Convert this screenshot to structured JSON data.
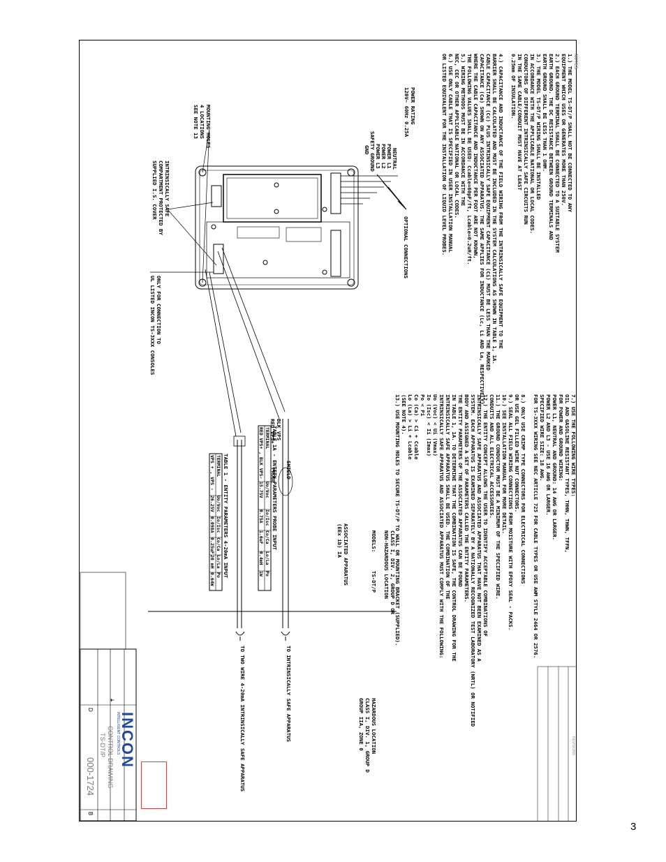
{
  "page_number": "3",
  "notes": {
    "heading": "NOTES",
    "col1": [
      "1.) THE MODEL TS-DT/P SHALL NOT BE CONNECTED TO ANY",
      "    EQUIPMENT WHICH USES OR GENERATES MORE THAN 250V.",
      "2.) EACH GROUND TERMINAL SHALL BE CONNECTED TO A SUITABLE SYSTEM",
      "    EARTH GROUND. THE DC RESISTANCE BETWEEN GROUND TERMINALS AND",
      "    EARTH GROUND SHALL BE LESS THAN 1 OHM.",
      "3.) THE MODEL TS-DT/P WIRING SHALL BE INSTALLED",
      "    IN ACCORDANCE WITH THE APPLICABLE NATIONAL OR LOCAL CODES.",
      "    CONDUCTORS OF DIFFERENT INTRINSICALLY SAFE CIRCUITS RUN",
      "    IN THE SAME CABLE/CONDUIT MUST HAVE AT LEAST",
      "    0.25mm OF INSULATION.",
      "",
      "4.) CAPACITANCE AND INDUCTANCE OF THE FIELD WIRING FROM THE INTRINSICALLY SAFE EQUIPMENT TO THE",
      "    BARRIER SHALL BE CALCULATED AND MUST BE INCLUDED IN THE SYSTEM CALCULATIONS AS SHOWN IN TABLE 1, 1A.",
      "    CABLE CAPACITANCE (Cc) PLUS INTRINSICALLY SAFE EQUIPMENT CAPACITANCE (Ci) MUST BE LESS THAN THE MARKED",
      "    CAPACITANCE (Ca) SHOWN ON ANY ASSOCIATED APPARATUS. THE SAME APPLIES FOR INDUCTANCE (Lc, Li AND La, RESPECTIVELY).",
      "    WHERE THE CABLE CAPACITANCE AND INDUCTANCE PER FOOT ARE NOT KNOWN,",
      "    THE FOLLOWING VALUES SHALL BE USED: Ccable=60pF/ft, Lcable=0.2uH/ft.",
      "5.) WIRING METHODS MUST BE IN ACCORDANCE WITH THE",
      "    NEC, CEC OR OTHER APPLICABLE NATIONAL OR LOCAL CODES.",
      "6.) USE ONLY CABLE THAT IS SPECIFIED IN USER INSTALLATION MANUAL",
      "    OR LISTED EQUIVALENT FOR THE INSTALLATION OF LIQUID LEVEL PROBES."
    ],
    "power_rating_title": "POWER RATING",
    "power_rating_value": "120V~ 60Hz 0.25A",
    "col2": [
      "7.) USE THE FOLLOWING WIRE TYPES:",
      "    OIL AND GASOLINE RESISTANT TYPES, THHN, THWN, TFFN,",
      "    FOR POWER AND GROUND WIRING:",
      "    POWER L1, NEUTRAL AND GROUND: 14 AWG OR LARGER.",
      "    POWER L2 AND L3 - USE 16 AWG OR LARGER.",
      "    SPECIFIED WIRE SIZE: 18 AWG.",
      "    FOR TS-3XXX WIRING SEE NEC ARTICLE 725 FOR CABLE TYPES OR USE AWM STYLE 2464 OR 2576.",
      "",
      "8.) ONLY USE CRIMP TYPE CONNECTORS FOR ELECTRICAL CONNECTIONS",
      "    OR USE GEL FILLED WIRE NUT CONNECTORS.",
      "9.) SEAL ALL FIELD WIRING CONNECTIONS FROM MOISTURE WITH EPOXY SEAL - PACKS.",
      "10.) SEE INSTALLATION MANUAL FOR MORE DETAIL.",
      "11.) THE GROUND CONDUCTOR MUST BE A MINIMUM OF THE SPECIFIED WIRE.",
      "     CONDUITS AND ALL ELECTRICAL ACCESSORIES.",
      "12.) THE ENTITY CONCEPT ALLOWS THE USER TO IDENTIFY ACCEPTABLE COMBINATIONS OF",
      "     INTRINSICALLY SAFE APPARATUS AND ASSOCIATED APPARATUS THAT HAVE NOT BEEN EXAMINED AS A",
      "     SYSTEM. EACH APPARATUS IS EXAMINED SEPARATELY BY A NATIONALLY RECOGNIZED TEST LABORATORY (NRTL) OR NOTIFIED",
      "     BODY AND ASSIGNED A SET OF PARAMETERS CALLED THE ENTITY PARAMETERS.",
      "     THE ENTITY PARAMETERS OF THE ASSOCIATED APPARATUS CAN BE FOUND",
      "     IN TABLE 1, 1A. TO DETERMINE THAT THE COMBINATION IS SAFE, THE CONTROL DRAWING FOR THE",
      "     INTRINSICALLY SAFE APPARATUS SHALL BE USED. THE COMBINATION OF THE",
      "     INTRINSICALLY SAFE APPARATUS AND ASSOCIATED APPARATUS MUST COMPLY WITH THE FOLLOWING:",
      "     Uo (Voc) < Ui (Vmax)",
      "     Io (Isc) < Ii (Imax)",
      "     Po < Pi",
      "     Co (Ca) > Ci + Ccable",
      "     Lo (La) > Li + Lcable",
      "     (SEE NOTE 4).",
      "13.) USE MOUNTING HOLES TO SECURE TS-DT/P TO WALL OR MOUNTING BRACKET (SUPPLIED)."
    ]
  },
  "labels": {
    "optional_connections": "OPTIONAL CONNECTIONS",
    "neutral": "NEUTRAL",
    "power_l1": "POWER L1",
    "power_l2": "POWER L2",
    "power_l3": "POWER L3",
    "safety_ground": "SAFETY GROUND",
    "gnd": "GND",
    "mounting_holes": "MOUNTING HOLES",
    "mounting_holes_count": "4 LOCATIONS",
    "mounting_holes_note": "SEE NOTE 13",
    "is_compartment": "INTRINSICALLY SAFE",
    "is_compartment_2": "COMPARTMENT PROTECTED BY",
    "is_compartment_3": "SUPPLIED I.S. COVER",
    "ul_only": "ONLY FOR CONNECTION TO",
    "ul_only_2": "UL LISTED INCON TS-3XXX CONSOLES",
    "blk_wire": "BLK VPS",
    "red_wire": "RED VPS+",
    "shield": "SHIELD",
    "probe": "PROBE",
    "nonhaz_class": "CLASS I, DIV. 2, GROUP D OR",
    "nonhaz_loc": "NON-HAZARDOUS LOCATION",
    "models_label": "MODELS:",
    "models_value": "TS-DT/P",
    "assoc_apparatus": "ASSOCIATED APPARATUS",
    "assoc_apparatus_2": "(EEx ib) IA",
    "haz_title": "HAZARDOUS LOCATION",
    "haz_class": "CLASS I, DIV. 1, GROUP D",
    "haz_group": "GROUP IIA, ZONE 0",
    "to_is_apparatus": "TO INTRINSICALLY SAFE APPARATUS",
    "to_two_wire": "TO TWO WIRE 4-20mA INTRINSICALLY SAFE APPARATUS"
  },
  "table1a": {
    "title": "TABLE 1A - ENTITY PARAMETERS PROBE INPUT",
    "headers": [
      "TERMINAL",
      "Uo/Voc",
      "Io/Isc",
      "Co/Ca",
      "Lo/La",
      "Po"
    ],
    "row": [
      "RED VPS+ , BLK VPS-",
      "15.75V",
      "0.75A",
      "1.6uF",
      "0.4mH",
      "1W"
    ]
  },
  "table1": {
    "title": "TABLE 1 - ENTITY PARAMETERS 4-20mA INPUT",
    "headers": [
      "TERMINAL",
      "Uo/Voc",
      "Io/Isc",
      "Co/Ca",
      "Lo/La",
      "Po"
    ],
    "row": [
      "VPS + , VPS -",
      "26.25V",
      "0.098A",
      "0.25uF",
      "20 mH",
      "0.64W"
    ]
  },
  "title_block": {
    "company": "INCON",
    "company_sub": "INTELLIGENT CONTROLS",
    "drawing_title": "CONTROL DRAWING",
    "drawing_sub": "TS-DT/P",
    "drawing_number": "000-1724",
    "size": "D",
    "rev": "B",
    "revisions": "REVISIONS"
  }
}
